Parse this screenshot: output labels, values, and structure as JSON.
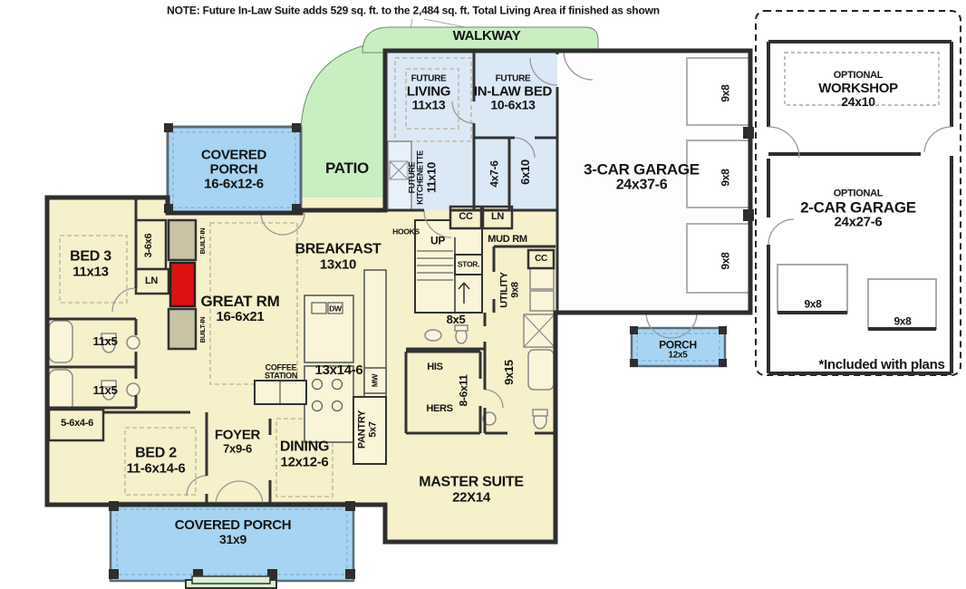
{
  "note": "NOTE: Future In-Law Suite adds 529 sq. ft. to the 2,484 sq. ft. Total Living Area if finished as shown",
  "outdoor": {
    "walkway": "WALKWAY",
    "patio": "PATIO",
    "covered_porch_left": {
      "name1": "COVERED",
      "name2": "PORCH",
      "dims": "16-6x12-6"
    },
    "covered_porch_bottom": {
      "name": "COVERED PORCH",
      "dims": "31x9"
    },
    "entry_porch": {
      "name": "PORCH",
      "dims": "12x5"
    }
  },
  "future_suite": {
    "living": {
      "tag": "FUTURE",
      "name": "LIVING",
      "dims": "11x13"
    },
    "inlaw_bed": {
      "tag": "FUTURE",
      "name": "IN-LAW BED",
      "dims": "10-6x13"
    },
    "kitchenette": {
      "tag1": "FUTURE",
      "tag2": "KITCHENETTE",
      "dims": "11x10"
    },
    "closet_dims": "4x7-6",
    "bath_dims": "6x10",
    "coat_closet": "CC",
    "linen_closet": "LN"
  },
  "main": {
    "bed3": {
      "name": "BED 3",
      "dims": "11x13"
    },
    "bed3_closet": "3-6x6",
    "linen": "LN",
    "built_in_top": "BUILT-IN",
    "built_in_bottom": "BUILT-IN",
    "great_room": {
      "name": "GREAT RM",
      "dims": "16-6x21"
    },
    "bath1_dims": "11x5",
    "bath2_dims": "11x5",
    "bed2_closet": "5-6x4-6",
    "bed2": {
      "name": "BED 2",
      "dims": "11-6x14-6"
    },
    "foyer": {
      "name": "FOYER",
      "dims": "7x9-6"
    },
    "dining": {
      "name": "DINING",
      "dims": "12x12-6"
    },
    "coffee": {
      "line1": "COFFEE",
      "line2": "STATION"
    },
    "kitchen_dims": "13x14-6",
    "dishwasher": "DW",
    "microwave": "MW",
    "pantry": {
      "name": "PANTRY",
      "dims": "5x7"
    },
    "breakfast": {
      "name": "BREAKFAST",
      "dims": "13x10"
    },
    "hooks": "HOOKS",
    "stairs_up": "UP",
    "storage": "STOR.",
    "mud_room": "MUD RM",
    "mud_closet": "CC",
    "utility": {
      "name": "UTILITY",
      "dims": "9x8"
    },
    "powder_dims": "8x5",
    "his": "HIS",
    "hers": "HERS",
    "wic_dims": "8-6x11",
    "master_bath_dims": "9x15",
    "master": {
      "name": "MASTER SUITE",
      "dims": "22X14"
    }
  },
  "garage": {
    "name": "3-CAR GARAGE",
    "dims": "24x37-6",
    "door1": "9x8",
    "door2": "9x8",
    "door3": "9x8"
  },
  "optional": {
    "workshop": {
      "tag": "OPTIONAL",
      "name": "WORKSHOP",
      "dims": "24x10"
    },
    "garage2": {
      "tag": "OPTIONAL",
      "name": "2-CAR GARAGE",
      "dims": "24x27-6"
    },
    "door1": "9x8",
    "door2": "9x8",
    "included_note": "*Included with plans"
  },
  "colors": {
    "living_area": "#f6f0cb",
    "porch_blue": "#a6d4f2",
    "future_blue": "#dbe8f6",
    "outdoor_green": "#c8eec1",
    "steps_green": "#daefcf",
    "wall": "#2e2e2e",
    "fireplace_red": "#dd1111"
  }
}
